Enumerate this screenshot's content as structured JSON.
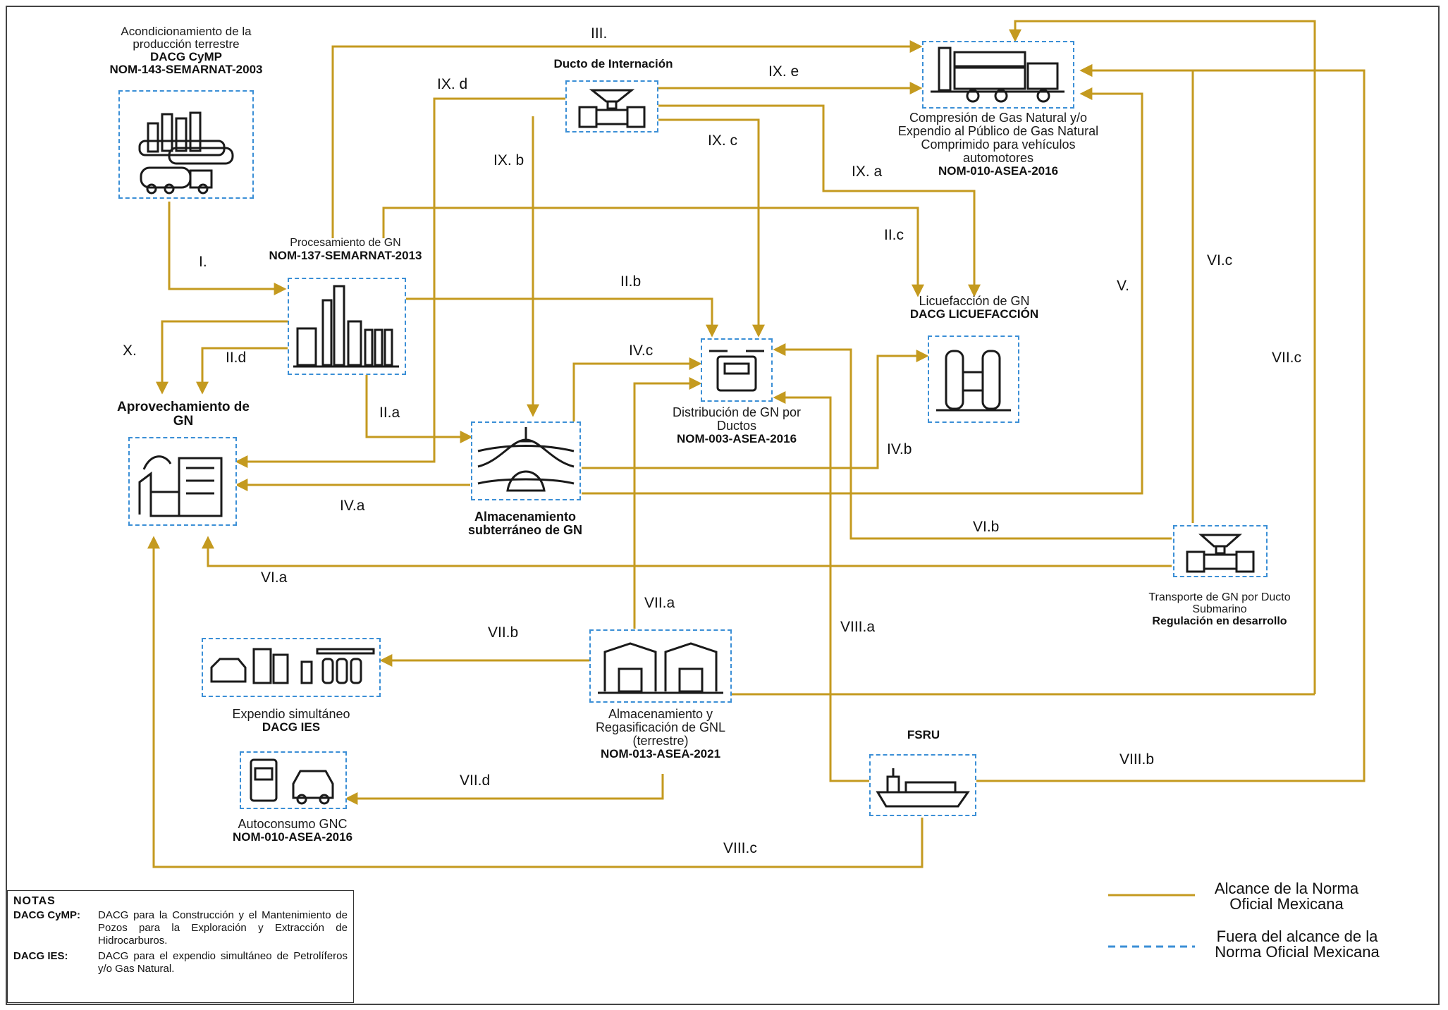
{
  "nodes": {
    "upstream": {
      "title": "Acondicionamiento de la producción terrestre",
      "line1": "DACG CyMP",
      "line2": "NOM-143-SEMARNAT-2003"
    },
    "processing": {
      "title": "Procesamiento de GN",
      "line1": "NOM-137-SEMARNAT-2013"
    },
    "import_pipeline": {
      "title": "Ducto de Internación"
    },
    "cng": {
      "title": "Compresión de Gas Natural y/o Expendio al Público de Gas Natural Comprimido para vehículos automotores",
      "line1": "NOM-010-ASEA-2016"
    },
    "liquefaction": {
      "title": "Licuefacción de GN",
      "line1": "DACG LICUEFACCIÓN"
    },
    "distribution": {
      "title": "Distribución de GN por Ductos",
      "line1": "NOM-003-ASEA-2016"
    },
    "use": {
      "title": "Aprovechamiento de GN"
    },
    "underground": {
      "title": "Almacenamiento subterráneo de GN"
    },
    "subsea": {
      "title": "Transporte de GN por Ducto Submarino",
      "line1": "Regulación en desarrollo"
    },
    "lng_storage": {
      "title": "Almacenamiento y Regasificación de GNL (terrestre)",
      "line1": "NOM-013-ASEA-2021"
    },
    "simultaneous": {
      "title": "Expendio simultáneo",
      "line1": "DACG IES"
    },
    "self_cng": {
      "title": "Autoconsumo GNC",
      "line1": "NOM-010-ASEA-2016"
    },
    "fsru": {
      "title": "FSRU"
    }
  },
  "codes": {
    "I": "I.",
    "III": "III.",
    "IXd": "IX. d",
    "IXe": "IX. e",
    "IXb": "IX. b",
    "IXc": "IX. c",
    "IXa": "IX. a",
    "IIc": "II.c",
    "IIb": "II.b",
    "V": "V.",
    "VIc": "VI.c",
    "X": "X.",
    "IId": "II.d",
    "IVc": "IV.c",
    "VIIc": "VII.c",
    "IIa": "II.a",
    "IVb": "IV.b",
    "IVa": "IV.a",
    "VIb": "VI.b",
    "VIa": "VI.a",
    "VIIa": "VII.a",
    "VIIIa": "VIII.a",
    "VIIb": "VII.b",
    "VIIIb": "VIII.b",
    "VIId": "VII.d",
    "VIIIc": "VIII.c"
  },
  "notes": {
    "title": "NOTAS",
    "items": [
      {
        "key": "DACG CyMP:",
        "value": "DACG para la Construcción y el Mantenimiento de Pozos para la Exploración y Extracción de Hidrocarburos."
      },
      {
        "key": "DACG IES:",
        "value": "DACG para el expendio simultáneo de Petrolíferos y/o Gas Natural."
      }
    ]
  },
  "legend": {
    "in_scope": "Alcance de la Norma Oficial Mexicana",
    "out_scope": "Fuera del alcance de la Norma Oficial Mexicana"
  },
  "colors": {
    "flow": "#c49a1f",
    "box": "#3b8fd6",
    "icon": "#1a1a1a"
  }
}
